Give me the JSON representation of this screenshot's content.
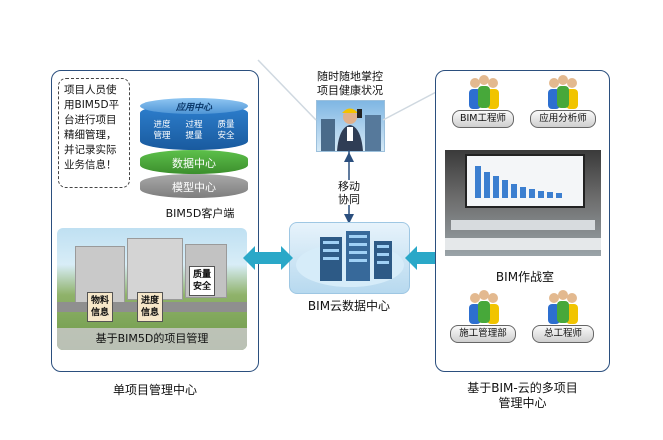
{
  "left_panel": {
    "note_lines": [
      "项目人员使",
      "用BIM5D平",
      "台进行项目",
      "精细管理，",
      "并记录实际",
      "业务信息！"
    ],
    "stack": {
      "top_label": "应用中心",
      "apps": [
        "进度\n管理",
        "过程\n提量",
        "质量\n安全"
      ],
      "middle_label": "数据中心",
      "bottom_label": "模型中心"
    },
    "client_label": "BIM5D客户端",
    "scene": {
      "tags": [
        "物料\n信息",
        "进度\n信息",
        "质量\n安全"
      ],
      "band_label": "基于BIM5D的项目管理"
    },
    "caption": "单项目管理中心"
  },
  "center": {
    "top_caption_lines": [
      "随时随地掌控",
      "项目健康状况"
    ],
    "arrow_label_lines": [
      "移动",
      "协同"
    ],
    "cloud_caption": "BIM云数据中心"
  },
  "right_panel": {
    "roles_top": [
      "BIM工程师",
      "应用分析师"
    ],
    "room_caption": "BIM作战室",
    "roles_bottom": [
      "施工管理部",
      "总工程师"
    ],
    "caption_lines": [
      "基于BIM-云的多项目",
      "管理中心"
    ]
  },
  "colors": {
    "panel_border": "#2b4f7e",
    "arrow": "#2aa8c8",
    "app_layer": "#1f63a8",
    "data_layer": "#49a83a",
    "model_layer": "#8b8b8b"
  }
}
